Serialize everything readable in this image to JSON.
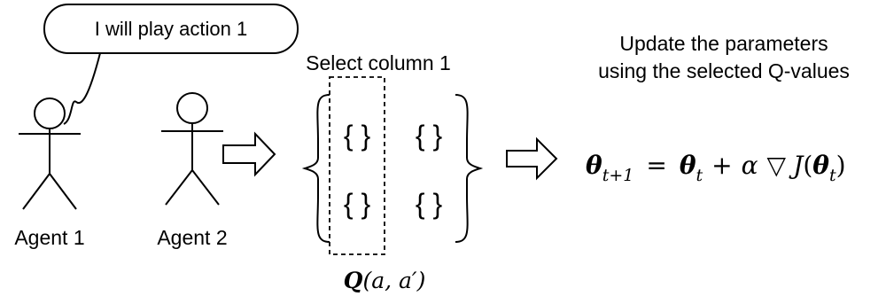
{
  "speech_bubble": {
    "text": "I will play action 1"
  },
  "agents": [
    {
      "label": "Agent 1"
    },
    {
      "label": "Agent 2"
    }
  ],
  "q_matrix": {
    "select_label": "Select column 1",
    "cell_text": "{  }",
    "caption_symbol": "Q",
    "caption_args": "(a, a′)"
  },
  "update": {
    "heading_line1": "Update the parameters",
    "heading_line2": "using the selected Q-values",
    "equation": {
      "theta": "θ",
      "sub_t1": "t+1",
      "equals": "=",
      "sub_t": "t",
      "plus": "+",
      "alpha": "α",
      "nabla": "▽",
      "J": "J",
      "open_paren": "(",
      "close_paren": ")"
    }
  }
}
